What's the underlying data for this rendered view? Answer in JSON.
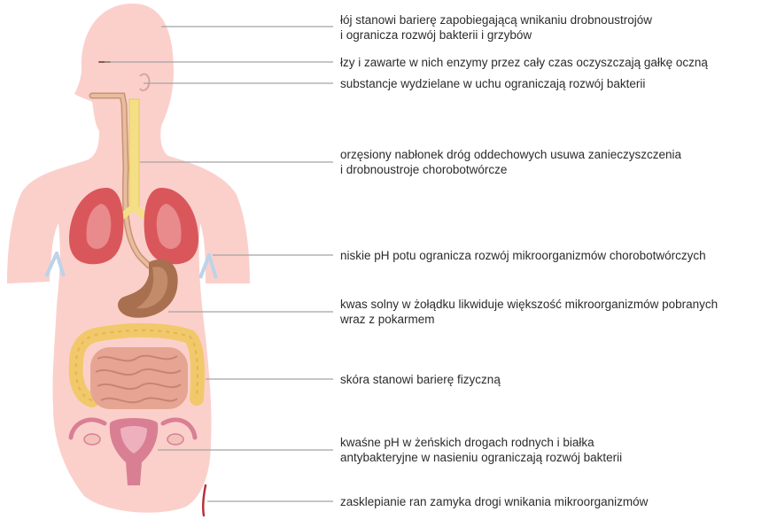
{
  "annotations": [
    {
      "id": "skin-oil",
      "text": "łój stanowi barierę zapobiegającą wnikaniu drobnoustrojów\ni ogranicza rozwój bakterii i grzybów"
    },
    {
      "id": "tears",
      "text": "łzy i zawarte w nich enzymy przez cały czas oczyszczają gałkę oczną"
    },
    {
      "id": "ear",
      "text": "substancje wydzielane w uchu ograniczają rozwój bakterii"
    },
    {
      "id": "airways",
      "text": "orzęsiony nabłonek dróg oddechowych usuwa zanieczyszczenia\ni drobnoustroje chorobotwórcze"
    },
    {
      "id": "sweat",
      "text": "niskie pH potu ogranicza rozwój mikroorganizmów chorobotwórczych"
    },
    {
      "id": "stomach",
      "text": "kwas solny w żołądku likwiduje większość mikroorganizmów pobranych\nwraz z pokarmem"
    },
    {
      "id": "skin",
      "text": "skóra stanowi barierę fizyczną"
    },
    {
      "id": "reproductive",
      "text": "kwaśne pH w żeńskich drogach rodnych i białka\nantybakteryjne w nasieniu ograniczają rozwój bakterii"
    },
    {
      "id": "wound",
      "text": "zasklepianie ran zamyka drogi wnikania mikroorganizmów"
    }
  ],
  "colors": {
    "body": "#fbd0cb",
    "lung": "#d9575b",
    "lung_inner": "#e98a8c",
    "trachea": "#f4df86",
    "esophagus": "#d7a98a",
    "stomach": "#a9704f",
    "intestine": "#e6a593",
    "colon": "#f1c96a",
    "uterus": "#d97f94",
    "sweat_mark": "#bcd3ea",
    "leader_line": "#a3a3a3"
  }
}
